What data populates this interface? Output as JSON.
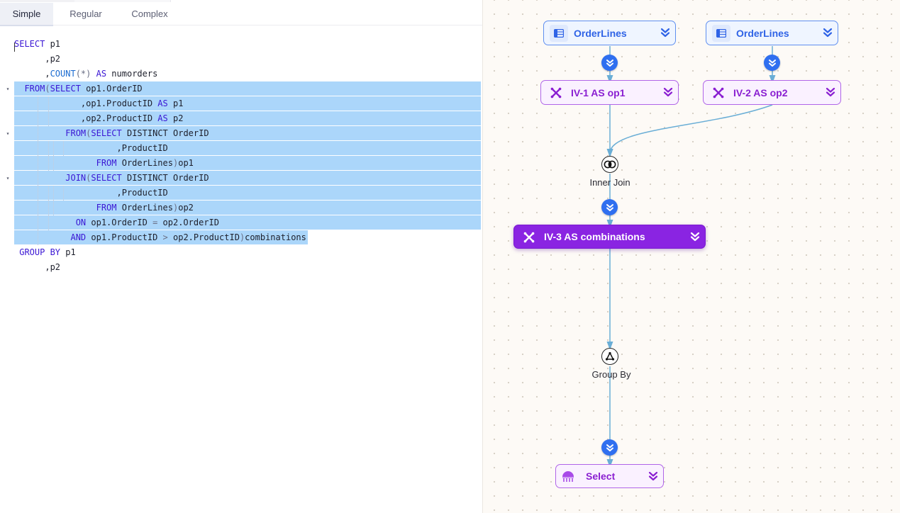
{
  "tabs": [
    {
      "label": "Simple",
      "active": true
    },
    {
      "label": "Regular",
      "active": false
    },
    {
      "label": "Complex",
      "active": false
    }
  ],
  "code_lines": [
    {
      "fold": false,
      "highlight": false,
      "tokens": [
        [
          "kw",
          "SELECT"
        ],
        [
          "t",
          " p1"
        ]
      ]
    },
    {
      "fold": false,
      "highlight": false,
      "tokens": [
        [
          "t",
          "      ,p2"
        ]
      ]
    },
    {
      "fold": false,
      "highlight": false,
      "tokens": [
        [
          "t",
          "      ,"
        ],
        [
          "fn",
          "COUNT"
        ],
        [
          "op",
          "(*)"
        ],
        [
          "t",
          " "
        ],
        [
          "kw",
          "AS"
        ],
        [
          "t",
          " numorders"
        ]
      ]
    },
    {
      "fold": true,
      "highlight": true,
      "tokens": [
        [
          "t",
          "  "
        ],
        [
          "kw",
          "FROM"
        ],
        [
          "op",
          "("
        ],
        [
          "kw",
          "SELECT"
        ],
        [
          "t",
          " op1.OrderID"
        ]
      ]
    },
    {
      "fold": false,
      "highlight": true,
      "tokens": [
        [
          "t",
          "             ,op1.ProductID "
        ],
        [
          "kw",
          "AS"
        ],
        [
          "t",
          " p1"
        ]
      ]
    },
    {
      "fold": false,
      "highlight": true,
      "tokens": [
        [
          "t",
          "             ,op2.ProductID "
        ],
        [
          "kw",
          "AS"
        ],
        [
          "t",
          " p2"
        ]
      ]
    },
    {
      "fold": true,
      "highlight": true,
      "tokens": [
        [
          "t",
          "          "
        ],
        [
          "kw",
          "FROM"
        ],
        [
          "op",
          "("
        ],
        [
          "kw",
          "SELECT"
        ],
        [
          "t",
          " DISTINCT OrderID"
        ]
      ]
    },
    {
      "fold": false,
      "highlight": true,
      "tokens": [
        [
          "t",
          "                    ,ProductID"
        ]
      ]
    },
    {
      "fold": false,
      "highlight": true,
      "tokens": [
        [
          "t",
          "                "
        ],
        [
          "kw",
          "FROM"
        ],
        [
          "t",
          " OrderLines"
        ],
        [
          "op",
          ")"
        ],
        [
          "t",
          "op1"
        ]
      ]
    },
    {
      "fold": true,
      "highlight": true,
      "tokens": [
        [
          "t",
          "          "
        ],
        [
          "kw",
          "JOIN"
        ],
        [
          "op",
          "("
        ],
        [
          "kw",
          "SELECT"
        ],
        [
          "t",
          " DISTINCT OrderID"
        ]
      ]
    },
    {
      "fold": false,
      "highlight": true,
      "tokens": [
        [
          "t",
          "                    ,ProductID"
        ]
      ]
    },
    {
      "fold": false,
      "highlight": true,
      "tokens": [
        [
          "t",
          "                "
        ],
        [
          "kw",
          "FROM"
        ],
        [
          "t",
          " OrderLines"
        ],
        [
          "op",
          ")"
        ],
        [
          "t",
          "op2"
        ]
      ]
    },
    {
      "fold": false,
      "highlight": true,
      "tokens": [
        [
          "t",
          "            "
        ],
        [
          "kw",
          "ON"
        ],
        [
          "t",
          " op1.OrderID "
        ],
        [
          "op",
          "="
        ],
        [
          "t",
          " op2.OrderID"
        ]
      ]
    },
    {
      "fold": false,
      "highlight": "partial",
      "tokens": [
        [
          "t",
          "           "
        ],
        [
          "kw",
          "AND"
        ],
        [
          "t",
          " op1.ProductID "
        ],
        [
          "op",
          ">"
        ],
        [
          "t",
          " op2.ProductID"
        ],
        [
          "op",
          ")"
        ],
        [
          "t",
          "combinations"
        ]
      ]
    },
    {
      "fold": false,
      "highlight": false,
      "tokens": [
        [
          "t",
          " "
        ],
        [
          "kw",
          "GROUP BY"
        ],
        [
          "t",
          " p1"
        ]
      ]
    },
    {
      "fold": false,
      "highlight": false,
      "tokens": [
        [
          "t",
          "      ,p2"
        ]
      ]
    }
  ],
  "diagram": {
    "tables": [
      {
        "label": "OrderLines",
        "icon": "table-icon",
        "chevron": "chevron-double-down-icon"
      },
      {
        "label": "OrderLines",
        "icon": "table-icon",
        "chevron": "chevron-double-down-icon"
      }
    ],
    "inline_views": [
      {
        "label": "IV-1 AS op1",
        "icon": "shuffle-icon"
      },
      {
        "label": "IV-2 AS op2",
        "icon": "shuffle-icon"
      },
      {
        "label": "IV-3 AS combinations",
        "icon": "shuffle-icon",
        "active": true
      }
    ],
    "join": {
      "label": "Inner Join",
      "icon": "inner-join-icon"
    },
    "group_by": {
      "label": "Group By",
      "icon": "group-by-icon"
    },
    "select": {
      "label": "Select",
      "icon": "select-icon"
    },
    "expand_icon": "expand-double-chevron-icon"
  },
  "colors": {
    "selection": "#abd6fa",
    "keyword": "#3a16d4",
    "function": "#1a6bd1",
    "table_accent": "#2f63e6",
    "view_accent": "#8a1fd1",
    "view_active": "#8a24e2",
    "edge": "#6aaed6",
    "expand_button": "#2f6ff0"
  }
}
